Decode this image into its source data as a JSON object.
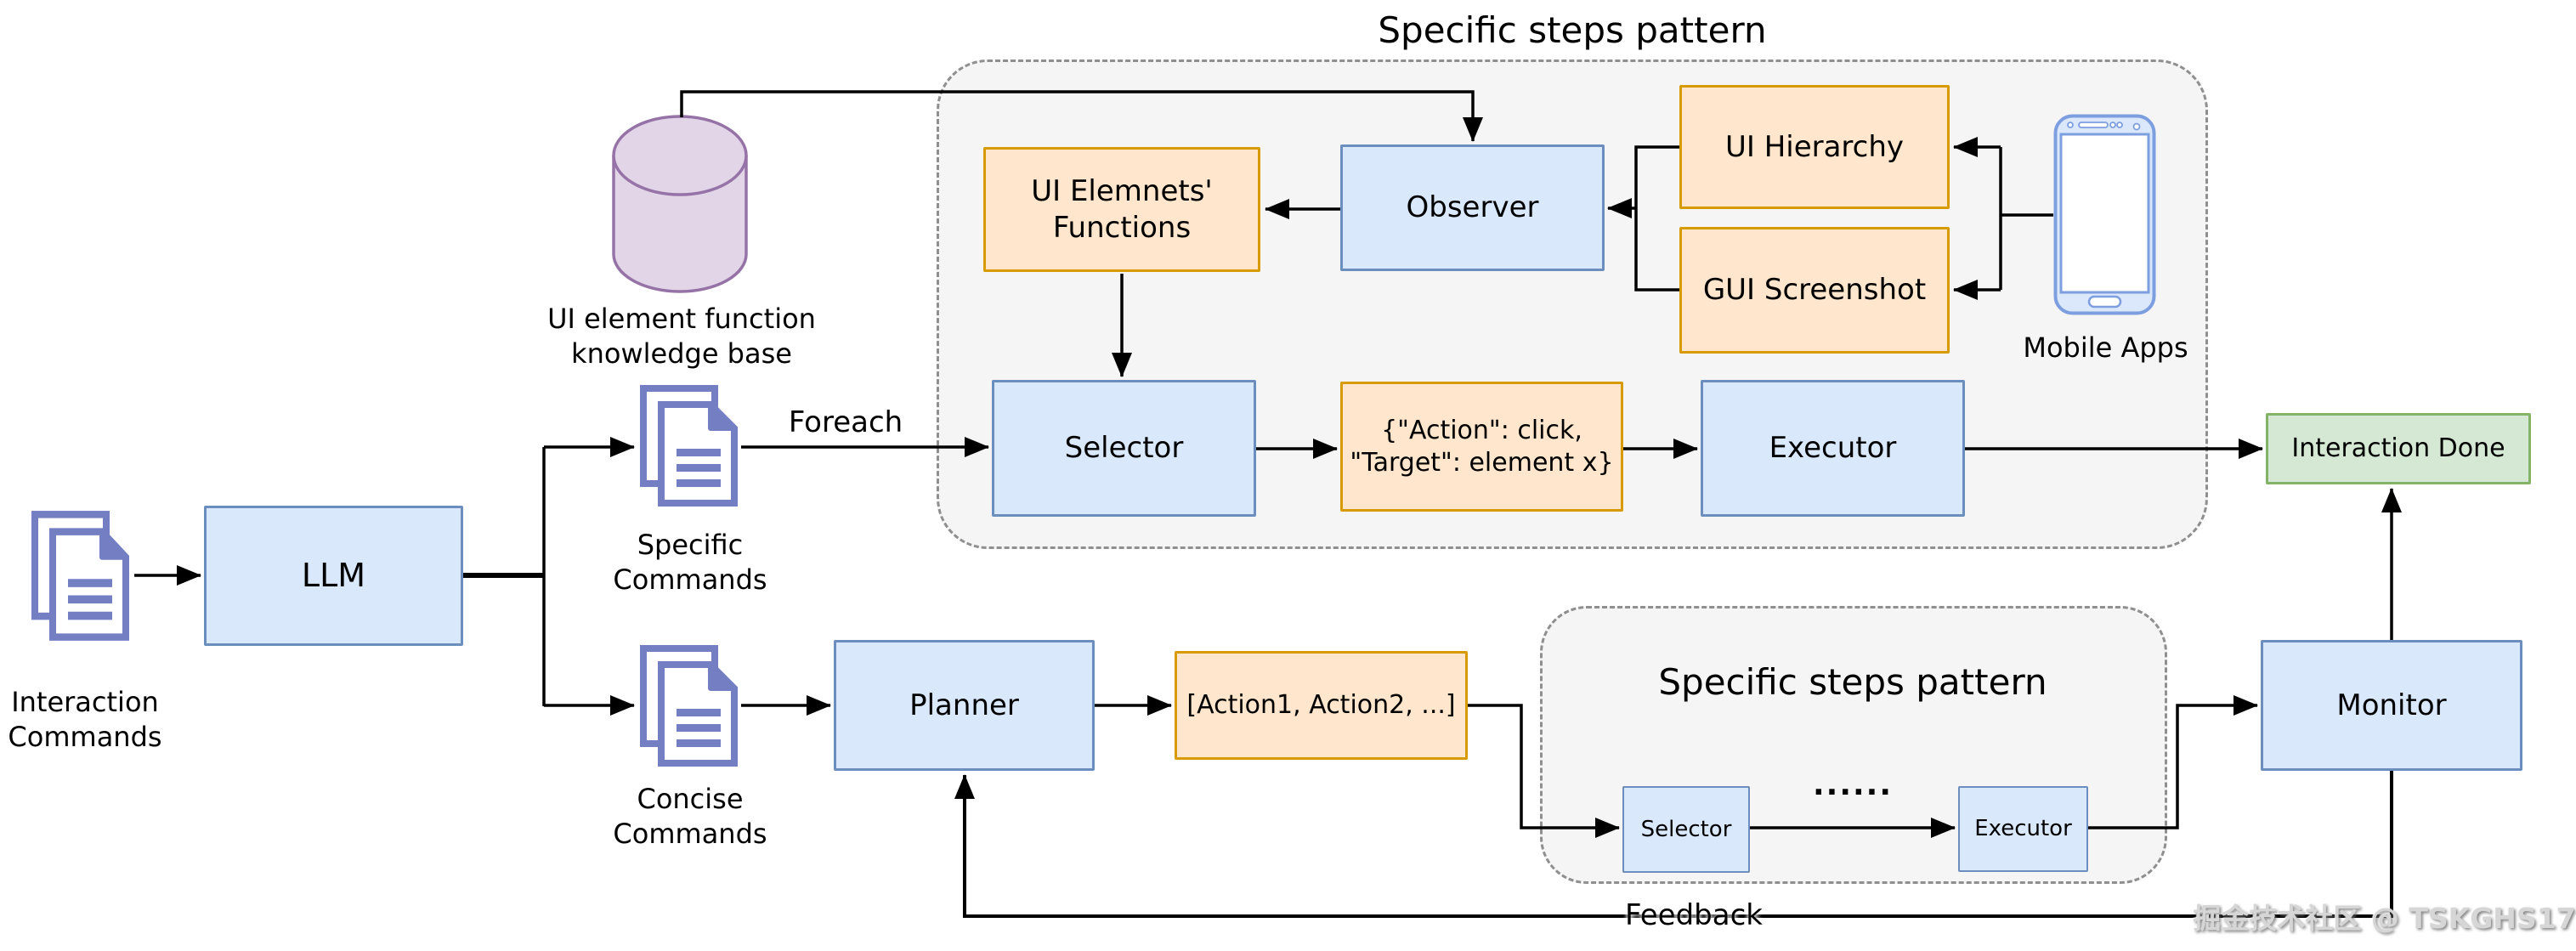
{
  "diagram": {
    "title_top": "Specific steps pattern",
    "title_inner": "Specific steps pattern",
    "watermark": "掘金技术社区 @ TSKGHS17"
  },
  "labels": {
    "knowledge_base_line1": "UI element function",
    "knowledge_base_line2": "knowledge base",
    "interaction_line1": "Interaction",
    "interaction_line2": "Commands",
    "specific_line1": "Specific",
    "specific_line2": "Commands",
    "concise_line1": "Concise",
    "concise_line2": "Commands",
    "mobile_apps": "Mobile Apps",
    "foreach": "Foreach",
    "feedback": "Feedback",
    "ellipsis": "......"
  },
  "nodes": {
    "llm": "LLM",
    "ui_functions_line1": "UI Elemnets'",
    "ui_functions_line2": "Functions",
    "observer": "Observer",
    "ui_hierarchy": "UI Hierarchy",
    "gui_screenshot": "GUI Screenshot",
    "selector": "Selector",
    "action_json_line1": "{\"Action\": click,",
    "action_json_line2": "\"Target\": element x}",
    "executor": "Executor",
    "interaction_done": "Interaction Done",
    "planner": "Planner",
    "action_list": "[Action1, Action2, ...]",
    "selector_small": "Selector",
    "executor_small": "Executor",
    "monitor": "Monitor"
  },
  "colors": {
    "node_blue_fill": "#dae8fc",
    "node_blue_stroke": "#6c8ebf",
    "node_orange_fill": "#ffe6cc",
    "node_orange_stroke": "#d79b00",
    "node_green_fill": "#d5e8d4",
    "node_green_stroke": "#82b366",
    "database_fill": "#e1d5e7",
    "database_stroke": "#9673a6",
    "document_icon": "#747ec2",
    "phone_icon": "#7d9fe0",
    "container_fill": "#f5f5f5",
    "container_border": "#8f8f8f",
    "connector": "#000000"
  }
}
